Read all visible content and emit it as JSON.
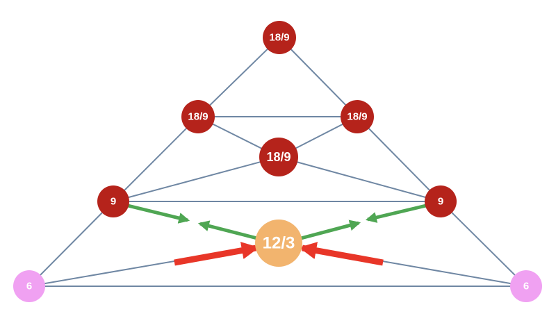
{
  "colors": {
    "edge": "#6f87a3",
    "node_red": "#b5231b",
    "node_pink": "#f0a1f2",
    "node_orange": "#f2b46e",
    "arrow_green": "#4fa653",
    "arrow_red": "#e83628",
    "label": "#ffffff"
  },
  "nodes": {
    "top": {
      "label": "18/9"
    },
    "upper_left": {
      "label": "18/9"
    },
    "upper_right": {
      "label": "18/9"
    },
    "center_upper": {
      "label": "18/9"
    },
    "mid_left": {
      "label": "9"
    },
    "mid_right": {
      "label": "9"
    },
    "center": {
      "label": "12/3"
    },
    "bottom_left": {
      "label": "6"
    },
    "bottom_right": {
      "label": "6"
    }
  }
}
